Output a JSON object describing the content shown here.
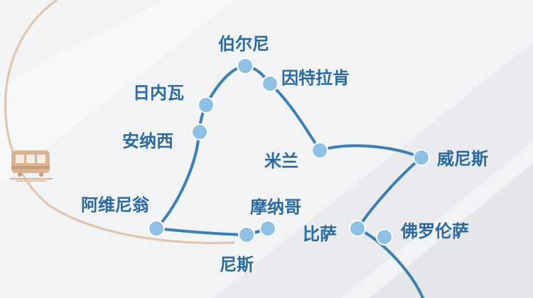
{
  "colors": {
    "route": "#3c7fb4",
    "station_fill": "#8ec1e3",
    "station_stroke": "#ffffff",
    "label": "#2a6aa0",
    "arc": "#e2c3aa",
    "train": "#d8b495",
    "background": "#f2f3f5"
  },
  "icons": {
    "train": "train-icon"
  },
  "stations": [
    {
      "id": "bern",
      "label": "伯尔尼"
    },
    {
      "id": "interlaken",
      "label": "因特拉肯"
    },
    {
      "id": "geneva",
      "label": "日内瓦"
    },
    {
      "id": "annecy",
      "label": "安纳西"
    },
    {
      "id": "milan",
      "label": "米兰"
    },
    {
      "id": "venice",
      "label": "威尼斯"
    },
    {
      "id": "avignon",
      "label": "阿维尼翁"
    },
    {
      "id": "monaco",
      "label": "摩纳哥"
    },
    {
      "id": "nice",
      "label": "尼斯"
    },
    {
      "id": "pisa",
      "label": "比萨"
    },
    {
      "id": "florence",
      "label": "佛罗伦萨"
    }
  ]
}
